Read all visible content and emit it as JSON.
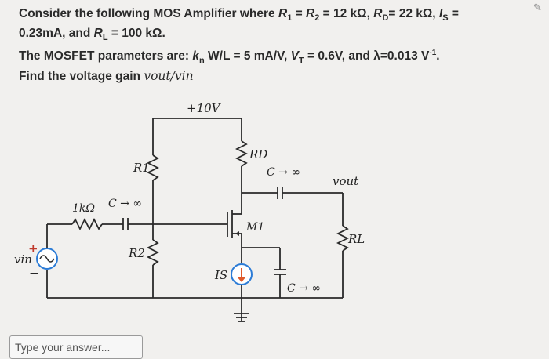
{
  "question": {
    "line1_prefix": "Consider the following MOS Amplifier where",
    "r1": "R",
    "r1_sub": "1",
    "eq1": " = ",
    "r2": "R",
    "r2_sub": "2",
    "eq2": " = 12 kΩ, ",
    "rd": "R",
    "rd_sub": "D",
    "eq3": "= 22 kΩ, ",
    "is": "I",
    "is_sub": "S",
    "eq4": " =",
    "line2": "0.23mA, and ",
    "rl": "R",
    "rl_sub": "L",
    "eq5": " = 100 kΩ.",
    "line3_prefix": "The MOSFET parameters are: ",
    "kn": "k",
    "kn_sub": "n",
    "kn_val": " W/L = 5 mA/V, ",
    "vt": "V",
    "vt_sub": "T",
    "vt_val": " = 0.6V, and λ=0.013 V",
    "lambda_exp": "-1",
    "line3_end": ".",
    "line4_prefix": "Find the voltage gain ",
    "gain_expr": "vout/vin"
  },
  "circuit": {
    "supply": "+10V",
    "r1": "R1",
    "r2": "R2",
    "rd": "RD",
    "rl": "RL",
    "rs_value": "1kΩ",
    "c_in": "C → ∞",
    "c_out": "C → ∞",
    "c_source": "C → ∞",
    "transistor": "M1",
    "current_source": "IS",
    "vin": "vin",
    "vout": "vout",
    "plus": "+",
    "minus": "−"
  },
  "answer": {
    "placeholder": "Type your answer..."
  },
  "colors": {
    "wire": "#2a2a2a",
    "source_ring": "#2b7bd6",
    "background": "#f1f0ee"
  },
  "icons": {
    "pin": "pin-icon"
  }
}
